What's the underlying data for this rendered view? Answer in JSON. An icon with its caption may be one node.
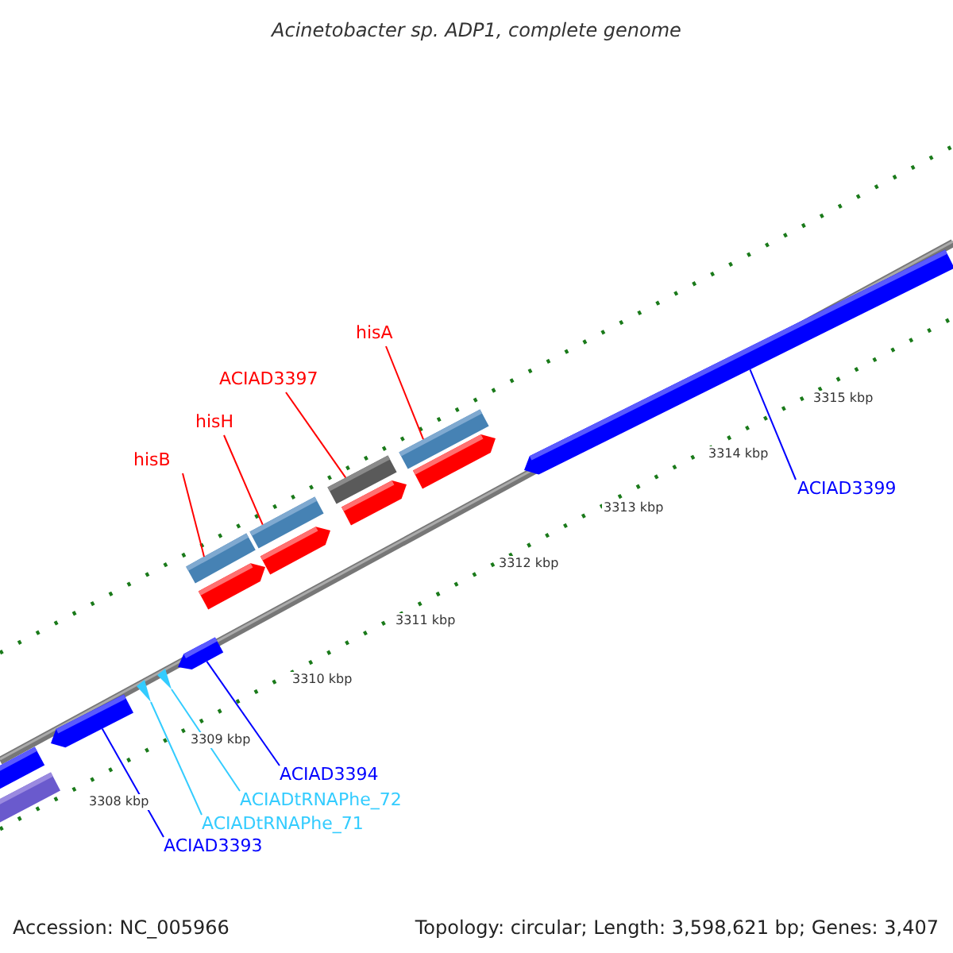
{
  "diagram": {
    "title": "Acinetobacter sp. ADP1, complete genome",
    "nodes": [
      {
        "text": [
          "hisB"
        ]
      },
      {
        "text": [
          "hisH"
        ]
      },
      {
        "text": [
          "ACIAD3397"
        ]
      },
      {
        "text": [
          "hisA"
        ]
      },
      {
        "text": [],
        "shape": "bar"
      },
      {
        "text": [],
        "shape": "bar"
      },
      {
        "text": [],
        "shape": "bar"
      },
      {
        "text": [],
        "shape": "bar"
      },
      {
        "text": [],
        "shape": "bar"
      },
      {
        "text": [],
        "shape": "bar"
      },
      {
        "text": [],
        "shape": "bar"
      },
      {
        "text": [],
        "shape": "bar"
      },
      {
        "text": [
          "ACIAD3399"
        ]
      },
      {
        "text": [],
        "shape": "bar"
      },
      {
        "text": [
          "ACIAD3394"
        ]
      },
      {
        "text": [
          "ACIADtRNAPhe_72"
        ]
      },
      {
        "text": [
          "ACIADtRNAPhe_71"
        ]
      },
      {
        "text": [
          "ACIAD3393"
        ]
      },
      {
        "text": [],
        "shape": "bar"
      },
      {
        "text": [],
        "shape": "triangle"
      },
      {
        "text": [],
        "shape": "triangle"
      },
      {
        "text": [],
        "shape": "bar"
      },
      {
        "text": [],
        "shape": "bar"
      },
      {
        "text": [],
        "shape": "bar"
      }
    ],
    "edges": [
      {
        "from": 0,
        "to": 4,
        "arrow": "none"
      },
      {
        "from": 1,
        "to": 5,
        "arrow": "none"
      },
      {
        "from": 2,
        "to": 6,
        "arrow": "none"
      },
      {
        "from": 3,
        "to": 7,
        "arrow": "none"
      },
      {
        "from": 12,
        "to": 13,
        "arrow": "none",
        "color": "#0000ff"
      },
      {
        "from": 14,
        "to": 18,
        "arrow": "none",
        "color": "#0000ff"
      },
      {
        "from": 15,
        "to": 19,
        "arrow": "none",
        "color": "#33ccff"
      },
      {
        "from": 16,
        "to": 20,
        "arrow": "none",
        "color": "#33ccff"
      },
      {
        "from": 17,
        "to": 21,
        "arrow": "none",
        "color": "#0000ff"
      }
    ],
    "labels": [
      "3315 kbp",
      "3314 kbp",
      "3313 kbp",
      "3312 kbp",
      "3311 kbp",
      "3310 kbp",
      "3309 kbp",
      "3308 kbp",
      "Accession: NC_005966",
      "Topology: circular; Length: 3,598,621 bp; Genes: 3,407"
    ]
  }
}
